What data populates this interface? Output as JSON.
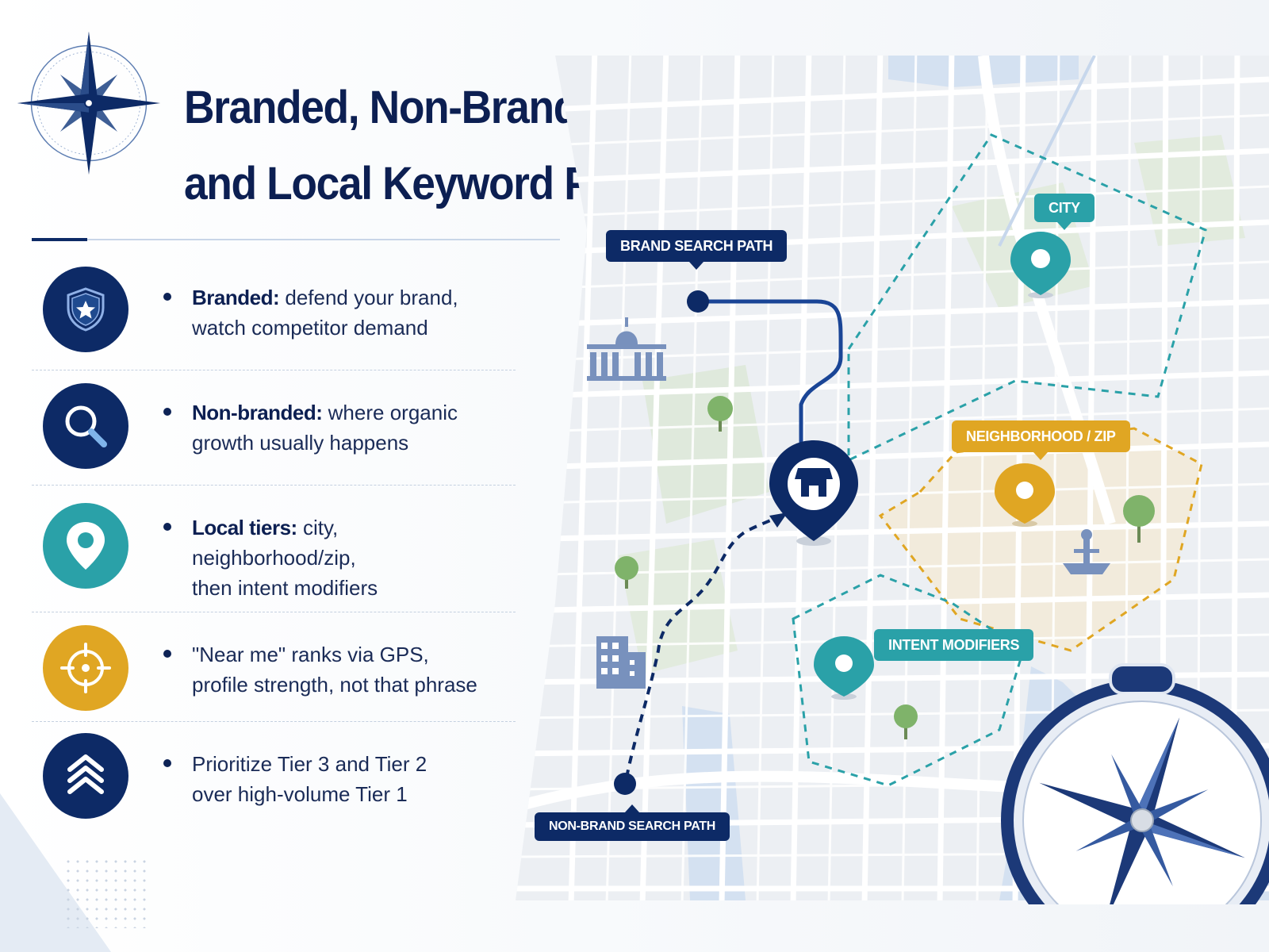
{
  "header": {
    "title_line1": "Branded, Non-Branded,",
    "title_line2": "and Local Keyword Patterns"
  },
  "items": [
    {
      "icon": "shield-star-icon",
      "color": "#0d2a66",
      "bold": "Branded:",
      "text_lines": [
        "defend your brand,",
        "watch competitor demand"
      ]
    },
    {
      "icon": "magnifier-icon",
      "color": "#0d2a66",
      "bold": "Non-branded:",
      "text_lines": [
        "where organic",
        "growth usually happens"
      ]
    },
    {
      "icon": "location-pin-icon",
      "color": "#2aa1a8",
      "bold": "Local tiers:",
      "text_lines": [
        "city,",
        "neighborhood/zip,",
        "then intent modifiers"
      ]
    },
    {
      "icon": "crosshair-icon",
      "color": "#e0a623",
      "bold": "",
      "text_lines": [
        "\"Near me\"  ranks via GPS,",
        "profile strength, not that phrase"
      ]
    },
    {
      "icon": "chevrons-up-icon",
      "color": "#0d2a66",
      "bold": "",
      "text_lines": [
        "Prioritize Tier 3 and Tier 2",
        "over high-volume Tier 1"
      ]
    }
  ],
  "map": {
    "labels": {
      "brand_path": "BRAND SEARCH PATH",
      "nonbrand_path": "NON-BRAND SEARCH PATH",
      "city": "CITY",
      "neighborhood": "NEIGHBORHOOD / ZIP",
      "intent": "INTENT MODIFIERS"
    },
    "colors": {
      "navy": "#0d2a66",
      "teal": "#2aa1a8",
      "gold": "#e0a623"
    }
  }
}
